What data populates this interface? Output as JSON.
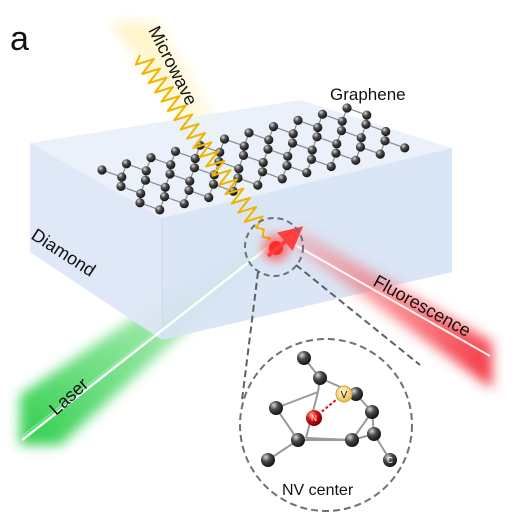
{
  "panel_label": "a",
  "labels": {
    "microwave": "Microwave",
    "graphene": "Graphene",
    "diamond": "Diamond",
    "fluorescence": "Fluorescence",
    "laser": "Laser",
    "nv_center": "NV center"
  },
  "inset_atoms": {
    "nitrogen": "N",
    "vacancy": "V",
    "carbon": "C"
  },
  "colors": {
    "diamond_face": "#dfe9f8",
    "diamond_top": "#e8eff9",
    "microwave": "#f0b400",
    "laser": "#2fd24a",
    "fluorescence": "#f0303a",
    "carbon_atom": "#3a3a3a",
    "nitrogen_atom": "#e01010",
    "vacancy_atom": "#f1d06a"
  }
}
